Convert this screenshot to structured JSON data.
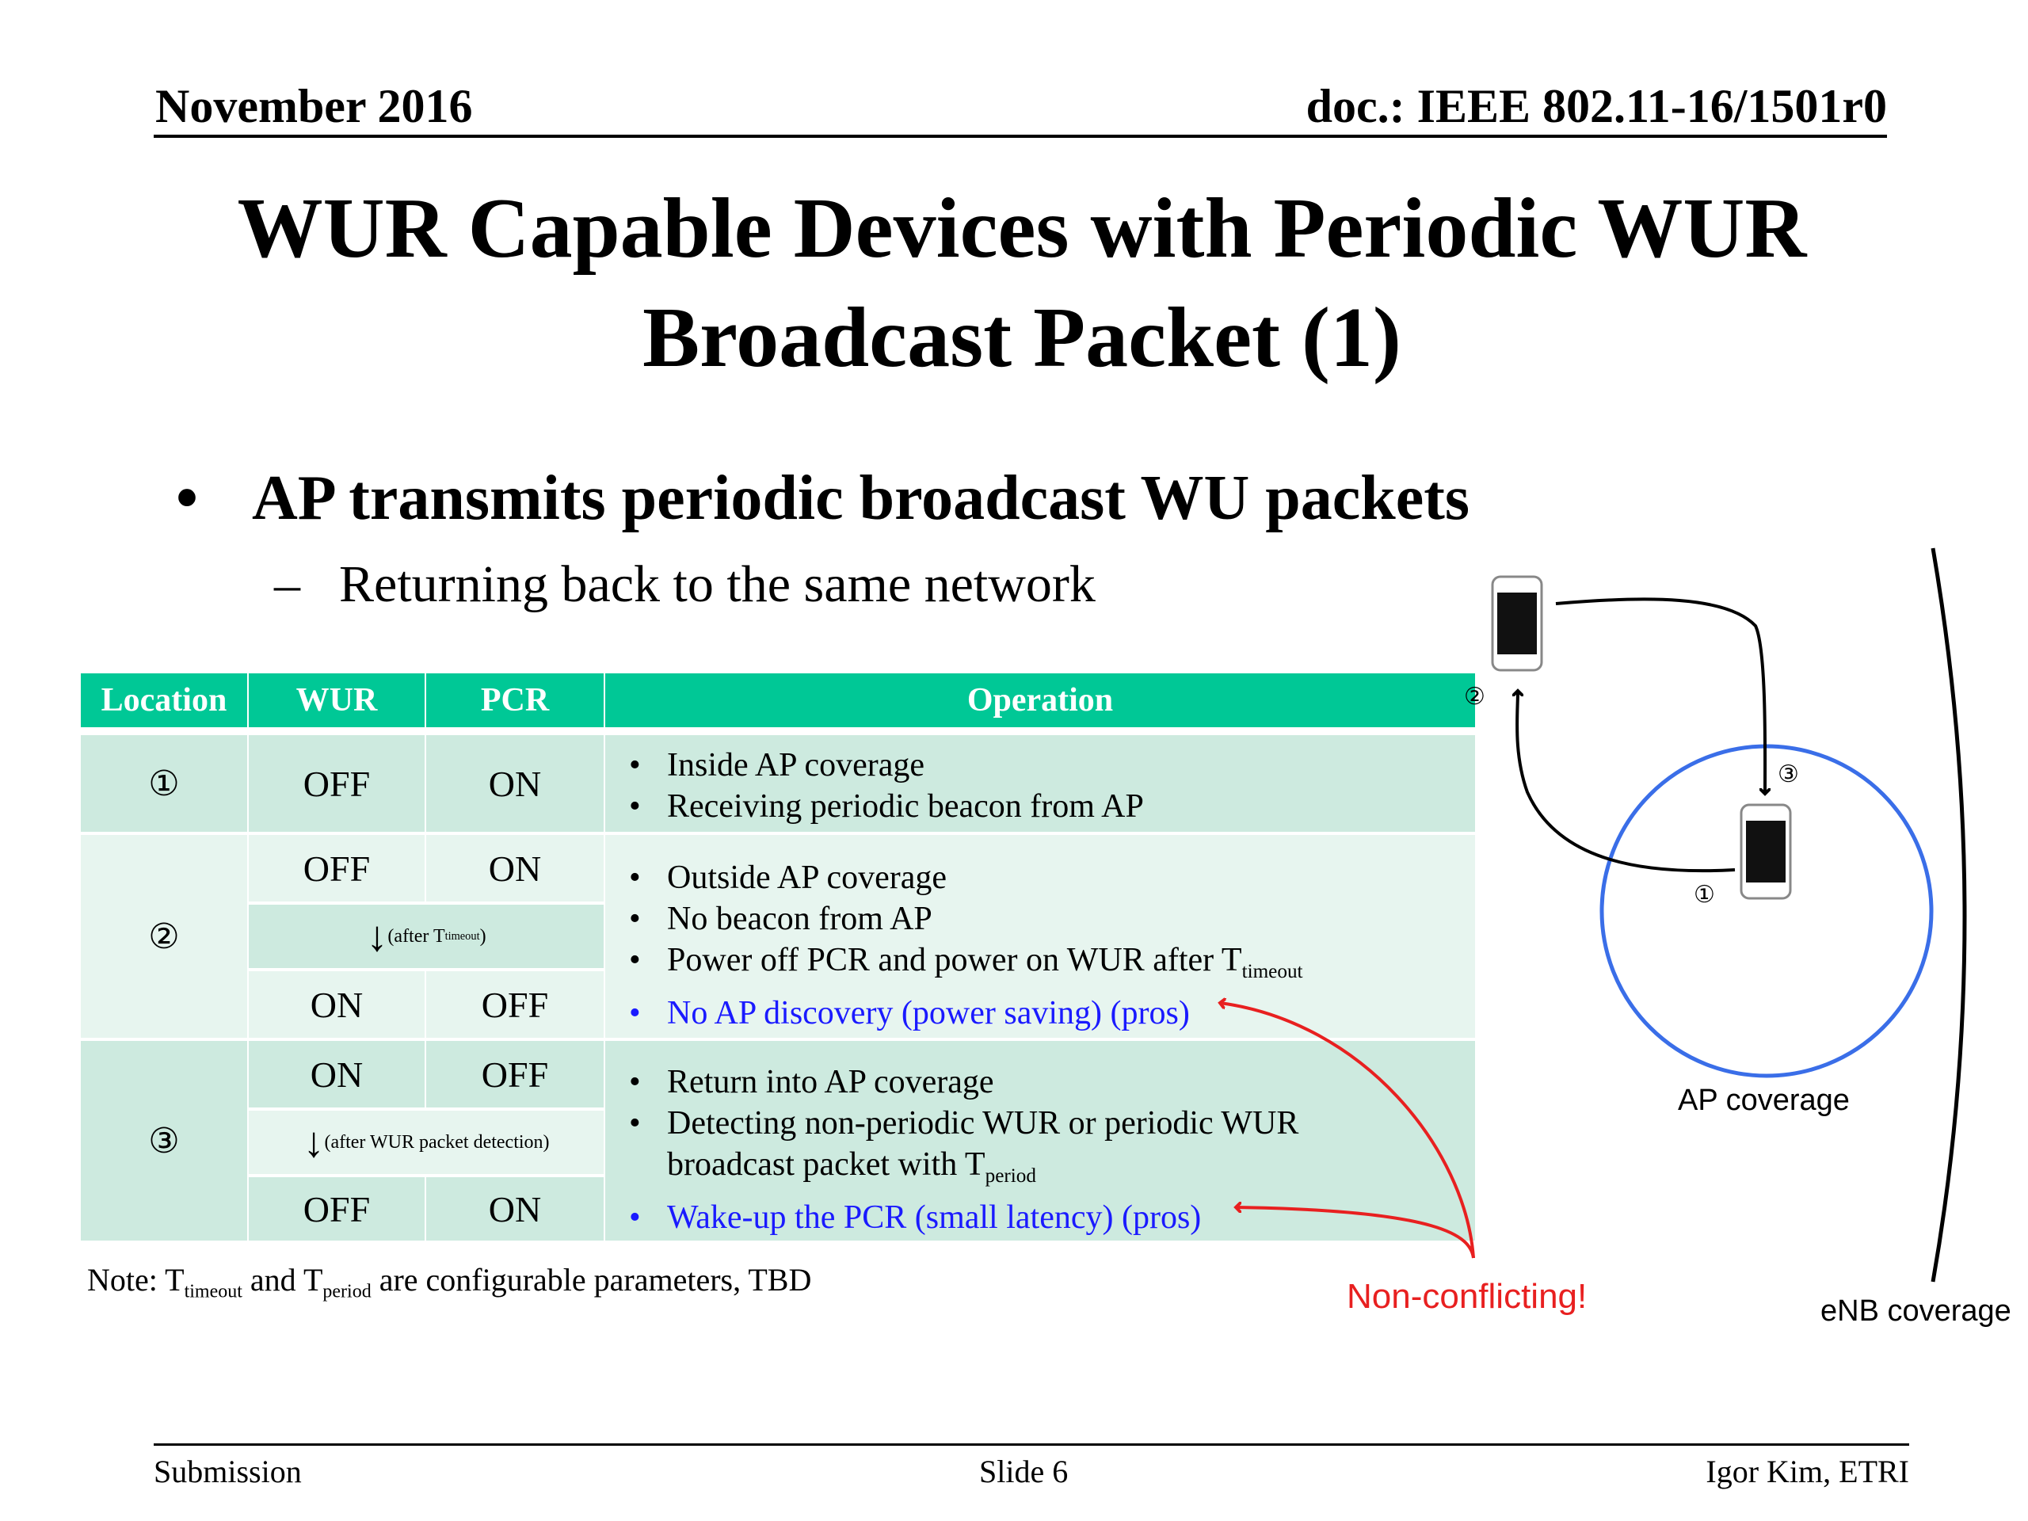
{
  "header": {
    "date": "November 2016",
    "doc": "doc.: IEEE 802.11-16/1501r0"
  },
  "title": {
    "line1": "WUR Capable Devices with Periodic WUR",
    "line2": "Broadcast Packet (1)"
  },
  "bullet": {
    "symbol": "•",
    "text": "AP transmits periodic broadcast WU packets"
  },
  "sub_bullet": {
    "symbol": "–",
    "text": "Returning back to the same network"
  },
  "table": {
    "headers": [
      "Location",
      "WUR",
      "PCR",
      "Operation"
    ],
    "rows": [
      {
        "location": "①",
        "states": [
          [
            "OFF",
            "ON"
          ]
        ],
        "ops": [
          {
            "text": "Inside AP coverage"
          },
          {
            "text": "Receiving periodic beacon from AP"
          }
        ]
      },
      {
        "location": "②",
        "states": [
          [
            "OFF",
            "ON"
          ],
          [
            "ON",
            "OFF"
          ]
        ],
        "transition": {
          "arrow": "↓",
          "pre": "(after T",
          "sub": "timeout",
          "post": ")"
        },
        "ops": [
          {
            "text": "Outside AP coverage"
          },
          {
            "text": "No beacon from AP"
          },
          {
            "text": "Power off PCR and power on WUR after T",
            "sub": "timeout"
          },
          {
            "text": "No AP discovery (power saving) (pros)",
            "highlight": true
          }
        ]
      },
      {
        "location": "③",
        "states": [
          [
            "ON",
            "OFF"
          ],
          [
            "OFF",
            "ON"
          ]
        ],
        "transition": {
          "arrow": "↓",
          "pre": "(after WUR packet detection)"
        },
        "ops": [
          {
            "text": "Return into AP coverage"
          },
          {
            "text": "Detecting non-periodic WUR or periodic WUR broadcast packet with T",
            "sub": "period"
          },
          {
            "text": "Wake-up the PCR (small latency) (pros)",
            "highlight": true
          }
        ]
      }
    ]
  },
  "note": {
    "pre": "Note: T",
    "sub1": "timeout",
    "mid": " and T",
    "sub2": "period",
    "post": " are configurable parameters, TBD"
  },
  "diagram": {
    "non_conflicting": "Non-conflicting!",
    "ap_coverage": "AP coverage",
    "enb_coverage": "eNB coverage",
    "marker1": "①",
    "marker2": "②",
    "marker3": "③",
    "colors": {
      "ap_circle": "#3a6ee8",
      "highlight_arrow": "#e82020"
    }
  },
  "footer": {
    "left": "Submission",
    "center": "Slide 6",
    "right": "Igor Kim, ETRI"
  }
}
